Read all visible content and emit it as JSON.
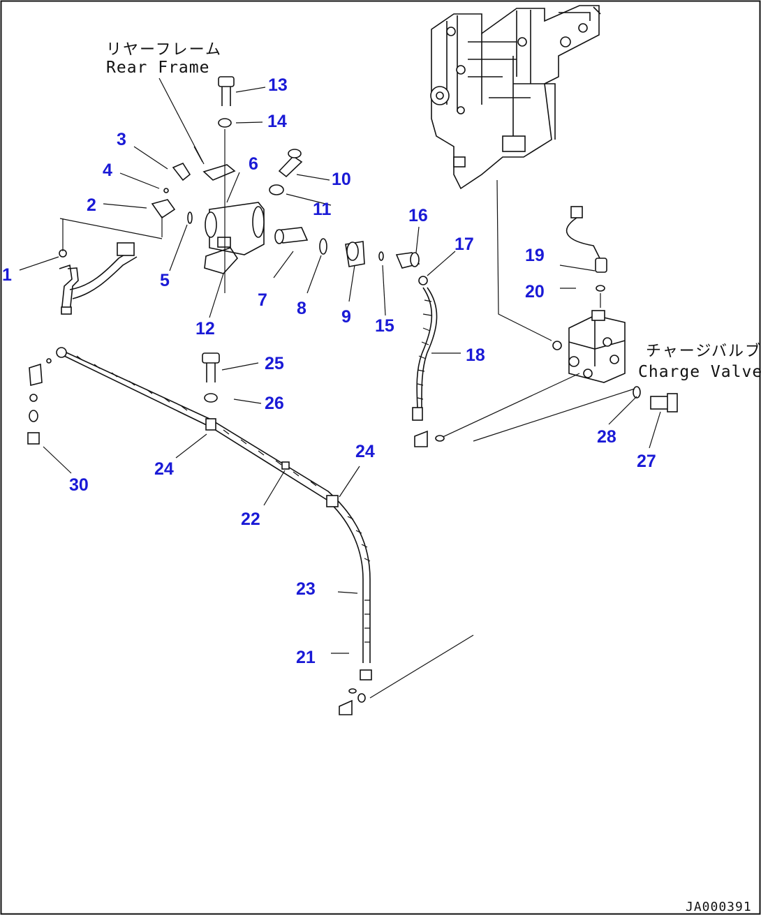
{
  "labels": {
    "rear_frame_jp": "リヤーフレーム",
    "rear_frame_en": "Rear Frame",
    "charge_valve_jp": "チャージバルブ",
    "charge_valve_en": "Charge Valve",
    "drawing_id": "JA000391"
  },
  "parts": {
    "p1": "1",
    "p2": "2",
    "p3": "3",
    "p4": "4",
    "p5": "5",
    "p6": "6",
    "p7": "7",
    "p8": "8",
    "p9": "9",
    "p10": "10",
    "p11": "11",
    "p12": "12",
    "p13": "13",
    "p14": "14",
    "p15": "15",
    "p16": "16",
    "p17": "17",
    "p18": "18",
    "p19": "19",
    "p20": "20",
    "p21": "21",
    "p22": "22",
    "p23": "23",
    "p24a": "24",
    "p24b": "24",
    "p25": "25",
    "p26": "26",
    "p27": "27",
    "p28": "28",
    "p30": "30"
  },
  "colors": {
    "callout": "#1a1ad6",
    "line": "#111111",
    "background": "#ffffff"
  }
}
